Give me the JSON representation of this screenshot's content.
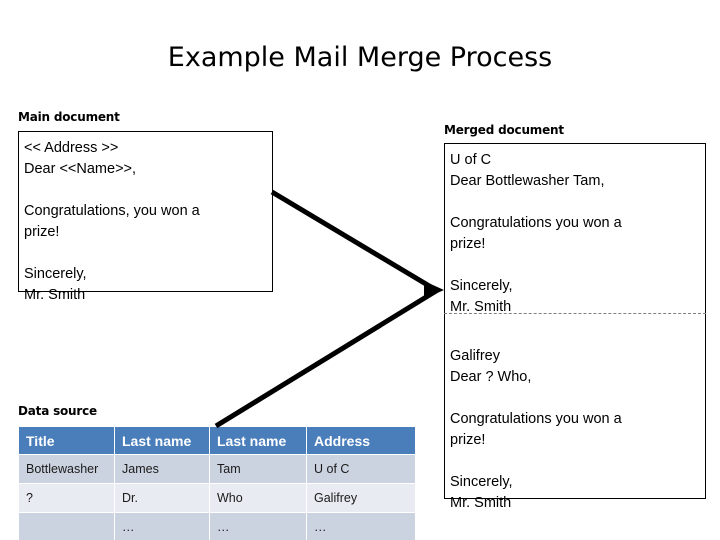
{
  "slide": {
    "title": "Example Mail Merge Process"
  },
  "main_document": {
    "label": "Main document",
    "body": "<< Address >>\nDear <<Name>>,\n\nCongratulations, you won a\nprize!\n\nSincerely,\nMr. Smith"
  },
  "merged_document": {
    "label": "Merged document",
    "letters": [
      {
        "body": "U of C\nDear Bottlewasher Tam,\n\nCongratulations you won a\nprize!\n\nSincerely,\nMr. Smith"
      },
      {
        "body": "Galifrey\nDear ? Who,\n\nCongratulations you won a\nprize!\n\nSincerely,\nMr. Smith"
      }
    ]
  },
  "data_source": {
    "label": "Data source",
    "columns": [
      "Title",
      "Last name",
      "Last name",
      "Address"
    ],
    "rows": [
      [
        "Bottlewasher",
        "James",
        "Tam",
        "U of C"
      ],
      [
        "?",
        "Dr.",
        "Who",
        "Galifrey"
      ],
      [
        "",
        "…",
        "…",
        "…"
      ]
    ]
  },
  "connectors": {
    "from_main_document": "arrow-line-main-to-merged",
    "from_data_source": "arrow-line-data-to-merged",
    "arrowhead": "arrowhead-icon"
  },
  "colors": {
    "table_header_bg": "#4A7EBB",
    "table_row_odd_bg": "#CCD3E0",
    "table_row_even_bg": "#E8EBF1",
    "line": "#000000",
    "text": "#000000"
  }
}
